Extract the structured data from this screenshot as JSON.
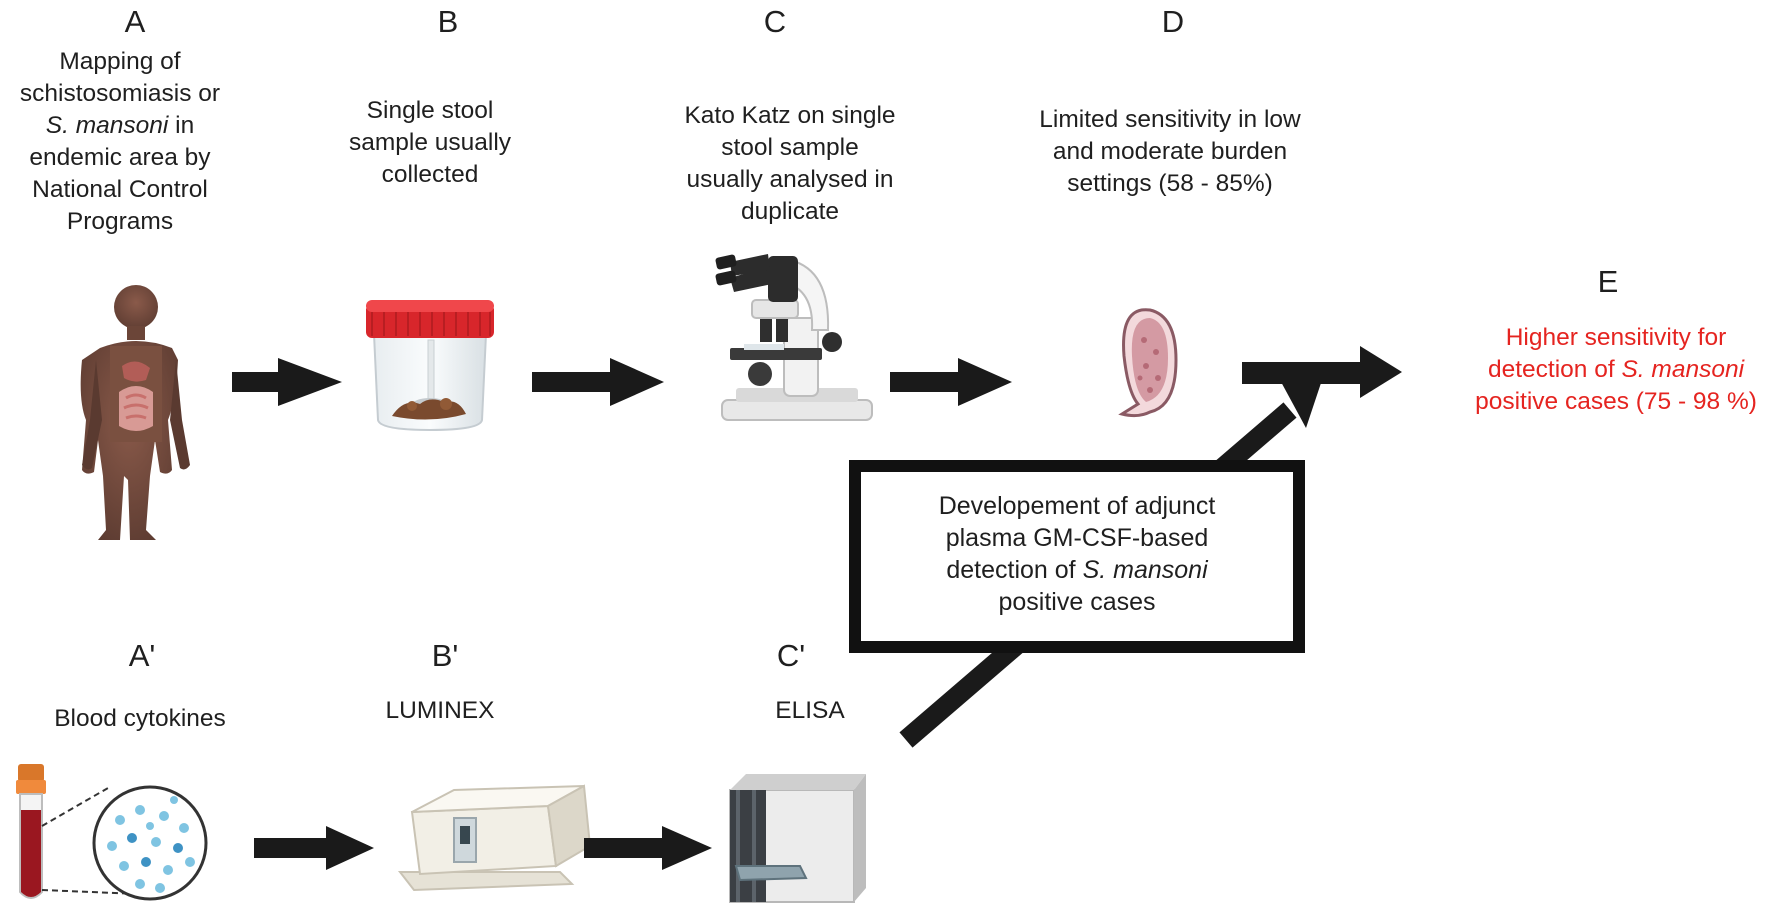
{
  "steps": {
    "a": {
      "label": "A",
      "lines": [
        "Mapping of",
        "schistosomiasis or",
        "{i}S. mansoni{/i} in",
        "endemic area by",
        "National Control",
        "Programs"
      ],
      "icon": "human-body-icon"
    },
    "b": {
      "label": "B",
      "lines": [
        "Single stool",
        "sample usually",
        "collected"
      ],
      "icon": "stool-container-icon"
    },
    "c": {
      "label": "C",
      "lines": [
        "Kato Katz on single",
        "stool sample",
        "usually analysed in",
        "duplicate"
      ],
      "icon": "microscope-icon"
    },
    "d": {
      "label": "D",
      "lines": [
        "Limited sensitivity in low",
        "and moderate burden",
        "settings (58 - 85%)"
      ],
      "icon": "schistosoma-egg-icon"
    },
    "e": {
      "label": "E",
      "lines": [
        "Higher sensitivity for",
        "detection of {i}S. mansoni{/i}",
        "positive cases  (75 - 98 %)"
      ]
    },
    "a2": {
      "label": "A'",
      "lines": [
        "Blood cytokines"
      ],
      "icon": "blood-tube-icon"
    },
    "b2": {
      "label": "B'",
      "lines": [
        "LUMINEX"
      ],
      "icon": "luminex-analyzer-icon"
    },
    "c2": {
      "label": "C'",
      "lines": [
        "ELISA"
      ],
      "icon": "elisa-reader-icon"
    }
  },
  "box": {
    "lines": [
      "Developement of adjunct",
      "plasma GM-CSF-based",
      "detection of {i}S. mansoni{/i}",
      "positive cases"
    ]
  },
  "colors": {
    "highlight": "#e52420",
    "arrow": "#1a1a1a"
  }
}
